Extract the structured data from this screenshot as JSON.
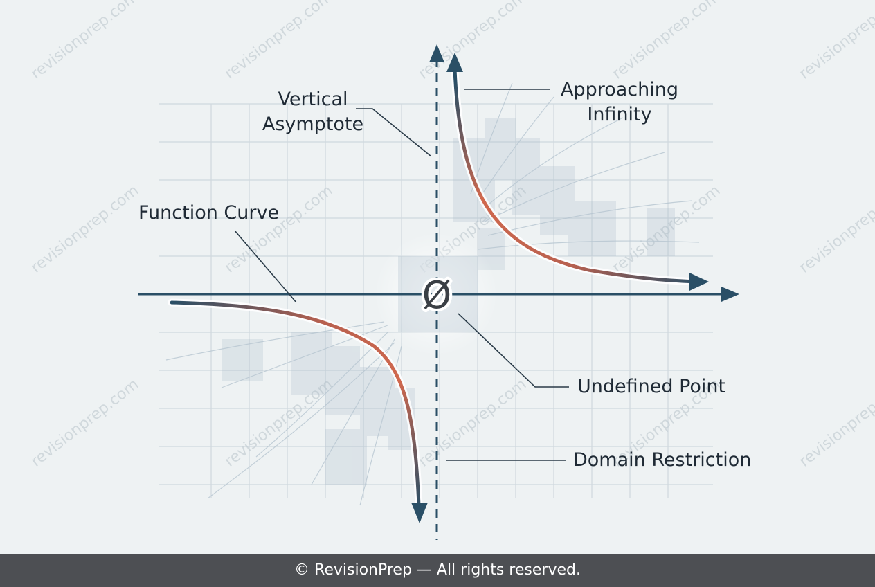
{
  "labels": {
    "vertical_asymptote": [
      "Vertical",
      "Asymptote"
    ],
    "approaching_infinity": [
      "Approaching",
      "Infinity"
    ],
    "function_curve": "Function Curve",
    "undefined_point": "Undefined Point",
    "domain_restriction": "Domain Restriction",
    "undefined_symbol": "Ø"
  },
  "watermark": "revisionprep.com",
  "footer": "© RevisionPrep — All rights reserved.",
  "colors": {
    "axis": "#2a4f66",
    "curve_start": "#2a4f66",
    "curve_mid": "#d0684e",
    "background": "#eef2f3",
    "grid": "#c3ced6",
    "footer_bg": "#4d4f53",
    "text": "#1f2a35"
  }
}
